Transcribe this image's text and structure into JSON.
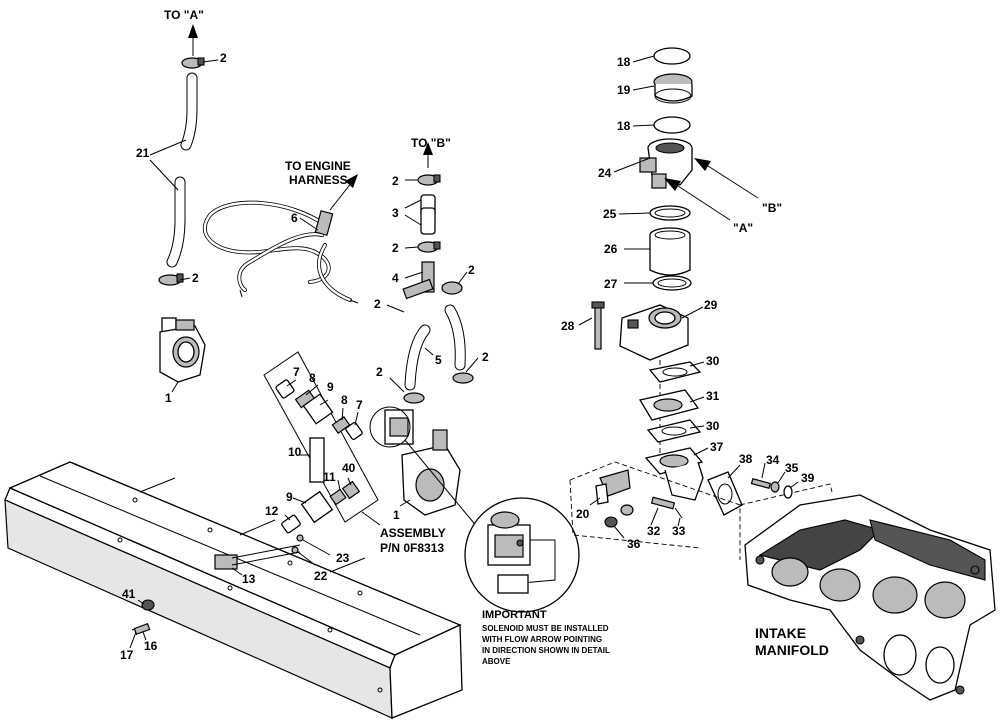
{
  "callouts": {
    "to_a": "TO \"A\"",
    "to_b": "TO \"B\"",
    "to_engine_1": "TO ENGINE",
    "to_engine_2": "HARNESS",
    "assembly_1": "ASSEMBLY",
    "assembly_2": "P/N 0F8313",
    "intake_1": "INTAKE",
    "intake_2": "MANIFOLD",
    "ref_a": "\"A\"",
    "ref_b": "\"B\""
  },
  "important": {
    "title": "IMPORTANT",
    "lines": [
      "SOLENOID MUST BE INSTALLED",
      "WITH FLOW ARROW POINTING",
      "IN DIRECTION SHOWN IN DETAIL",
      "ABOVE"
    ]
  },
  "labels": {
    "l2a": "2",
    "l21": "21",
    "l2b": "2",
    "l1a": "1",
    "l6": "6",
    "l2c": "2",
    "l3": "3",
    "l2d": "2",
    "l4": "4",
    "l2e": "2",
    "l2f": "2",
    "l5": "5",
    "l2g": "2",
    "l2h": "2",
    "l7a": "7",
    "l8a": "8",
    "l9a": "9",
    "l8b": "8",
    "l7b": "7",
    "l10": "10",
    "l11": "11",
    "l40": "40",
    "l9b": "9",
    "l12": "12",
    "l1b": "1",
    "l13": "13",
    "l22": "22",
    "l23": "23",
    "l41": "41",
    "l17": "17",
    "l16": "16",
    "l18a": "18",
    "l19": "19",
    "l18b": "18",
    "l24": "24",
    "l25": "25",
    "l26": "26",
    "l27": "27",
    "l28": "28",
    "l29": "29",
    "l30a": "30",
    "l31": "31",
    "l30b": "30",
    "l37": "37",
    "l38": "38",
    "l34": "34",
    "l35": "35",
    "l39": "39",
    "l20": "20",
    "l36": "36",
    "l32": "32",
    "l33": "33"
  }
}
